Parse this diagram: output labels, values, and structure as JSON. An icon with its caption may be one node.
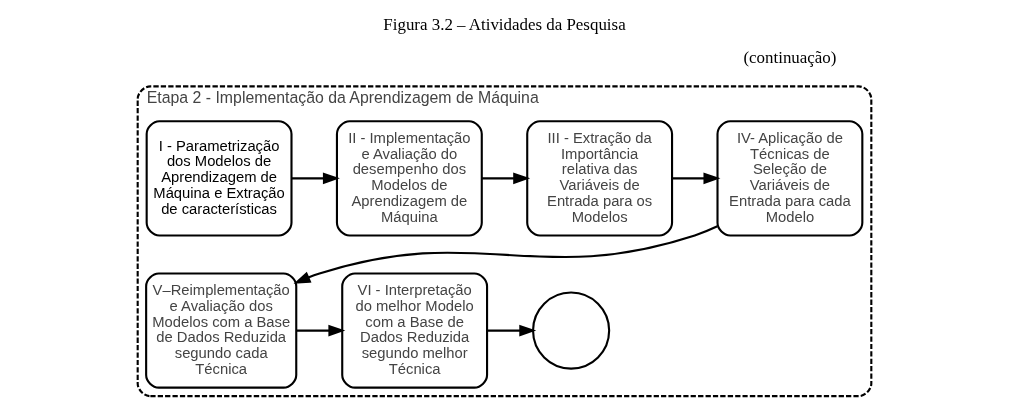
{
  "diagram": {
    "title": "Figura 3.2 – Atividades da Pesquisa",
    "nodes": [
      {
        "text": [
          "Etapa 2 - Implementação da Aprendizagem de Máquina"
        ]
      },
      {
        "text": [
          "I - Parametrização dos Modelos de Aprendizagem de Máquina e Extração de características"
        ],
        "in": 0
      },
      {
        "text": [
          "II - Implementação e Avaliação do desempenho dos Modelos de Aprendizagem de Máquina"
        ],
        "in": 0
      },
      {
        "text": [
          "III - Extração da Importância relativa das Variáveis de Entrada para os Modelos"
        ],
        "in": 0
      },
      {
        "text": [
          "IV- Aplicação de Técnicas de Seleção de Variáveis de Entrada para cada Modelo"
        ],
        "in": 0
      },
      {
        "text": [
          "V–Reimplementação e Avaliação dos Modelos com a Base de Dados Reduzida segundo cada Técnica"
        ],
        "in": 0
      },
      {
        "text": [
          "VI - Interpretação do melhor Modelo com a Base de Dados Reduzida segundo melhor Técnica"
        ],
        "in": 0
      },
      {
        "text": [],
        "shape": "circle",
        "in": 0
      }
    ],
    "edges": [
      {
        "from": 1,
        "to": 2,
        "arrow": "to"
      },
      {
        "from": 2,
        "to": 3,
        "arrow": "to"
      },
      {
        "from": 3,
        "to": 4,
        "arrow": "to"
      },
      {
        "from": 4,
        "to": 5,
        "arrow": "to"
      },
      {
        "from": 5,
        "to": 6,
        "arrow": "to"
      },
      {
        "from": 6,
        "to": 7,
        "arrow": "to"
      }
    ],
    "labels": [
      "(continuação)"
    ]
  }
}
